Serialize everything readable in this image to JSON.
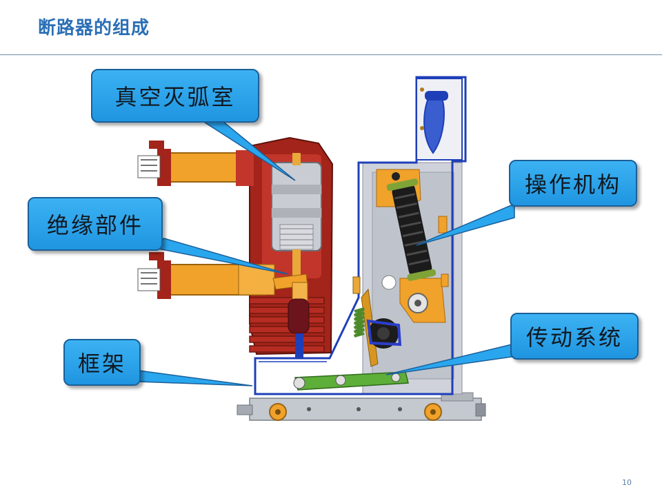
{
  "slide": {
    "title": "断路器的组成",
    "page_number": "10"
  },
  "callouts": {
    "vacuum_interrupter": "真空灭弧室",
    "insulation_parts": "绝缘部件",
    "frame": "框架",
    "operating_mechanism": "操作机构",
    "transmission_system": "传动系统"
  },
  "colors": {
    "title": "#2b6fb5",
    "callout_fill": "#2aa6ee",
    "callout_border": "#1a5f98",
    "insulator_red": "#a3241a",
    "conductor_orange": "#f0a22a",
    "frame_blue": "#1f3fb8",
    "panel_gray": "#c9cdd6",
    "spring_green": "#6aa832"
  }
}
